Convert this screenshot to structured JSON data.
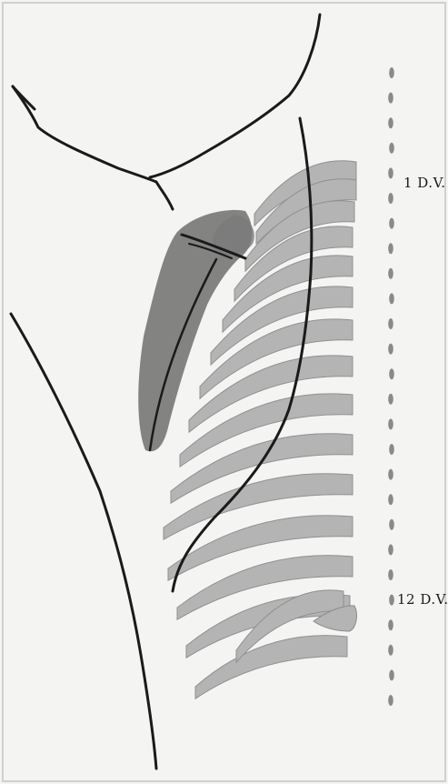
{
  "figure": {
    "labels": [
      {
        "id": "vertebra-1-label",
        "text": "1 D.V."
      },
      {
        "id": "vertebra-12-label",
        "text": "12 D.V."
      }
    ],
    "vertebra_count_shown": 26,
    "colors": {
      "background": "#f4f4f2",
      "line": "#1a1a1a",
      "rib_fill": "#b4b4b4",
      "shadow_fill": "#6e6e6e",
      "vertebra_fill": "#8a8a8a"
    }
  }
}
